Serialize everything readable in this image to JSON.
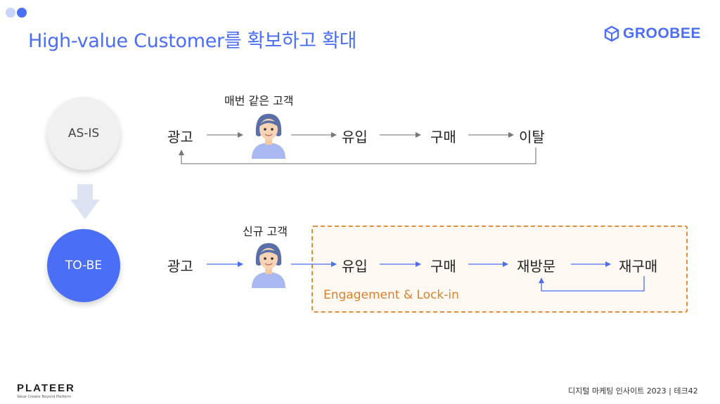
{
  "header": {
    "title": "High-value Customer를 확보하고 확대",
    "brand": "GROOBEE",
    "dot_colors": [
      "#c7d4fb",
      "#4a6ef5"
    ]
  },
  "as_is": {
    "label": "AS-IS",
    "caption": "매번 같은 고객",
    "nodes": [
      "광고",
      "유입",
      "구매",
      "이탈"
    ]
  },
  "to_be": {
    "label": "TO-BE",
    "caption": "신규 고객",
    "nodes": [
      "광고",
      "유입",
      "구매",
      "재방문",
      "재구매"
    ],
    "engagement_label": "Engagement & Lock-in"
  },
  "footer": {
    "logo": "PLATEER",
    "logo_tagline": "Value Creator Beyond Platform",
    "right_text": "디지털 마케팅 인사이트 2023 | 테크42"
  },
  "colors": {
    "accent": "#4a6ef5",
    "arrow_gray": "#8a8a8a",
    "engagement": "#e0903a"
  }
}
